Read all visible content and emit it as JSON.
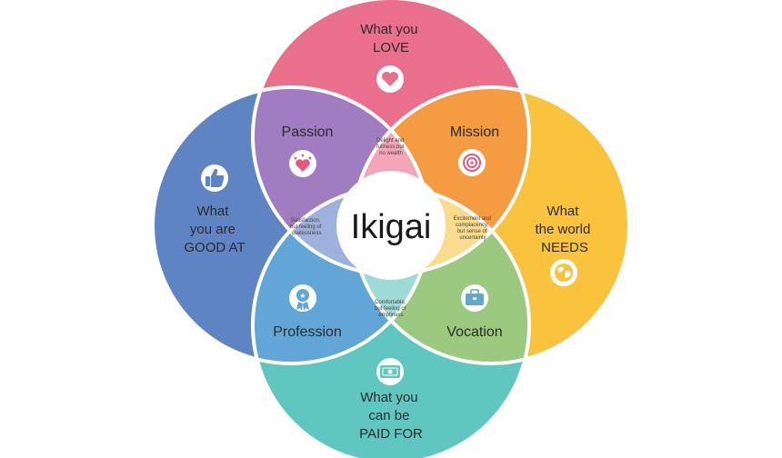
{
  "title": "Ikigai",
  "outer": {
    "love": [
      "What you",
      "LOVE"
    ],
    "good_at": [
      "What",
      "you are",
      "GOOD AT"
    ],
    "world_needs": [
      "What",
      "the world",
      "NEEDS"
    ],
    "paid_for": [
      "What you",
      "can be",
      "PAID FOR"
    ]
  },
  "quadrants": {
    "passion": "Passion",
    "mission": "Mission",
    "profession": "Profession",
    "vocation": "Vocation"
  },
  "partials": {
    "top": [
      "Delight and",
      "fullness,but",
      "no wealth"
    ],
    "left": [
      "Satisfaction,",
      "but feeling of",
      "uselessness"
    ],
    "right": [
      "Excitement and",
      "complacency,",
      "but sense of",
      "uncertainty"
    ],
    "bottom": [
      "Comfortable,",
      "but feeling of",
      "emptiness"
    ]
  },
  "colors": {
    "love": "#ea6f8d",
    "good_at": "#5f84c4",
    "world_needs": "#f9c33e",
    "paid_for": "#5fc7c0",
    "passion": "#a07cc0",
    "mission": "#f59b42",
    "profession": "#62a6d8",
    "vocation": "#9bc97f",
    "center_top": "#f4a5b9",
    "center_left": "#9eb0dc",
    "center_right": "#f9dc8e",
    "center_bottom": "#9fdbd6"
  },
  "icons": {
    "love": "heart-icon",
    "good_at": "thumbs-up-icon",
    "world_needs": "globe-icon",
    "paid_for": "money-icon",
    "passion": "heart-stars-icon",
    "mission": "target-icon",
    "profession": "badge-icon",
    "vocation": "briefcase-icon"
  }
}
